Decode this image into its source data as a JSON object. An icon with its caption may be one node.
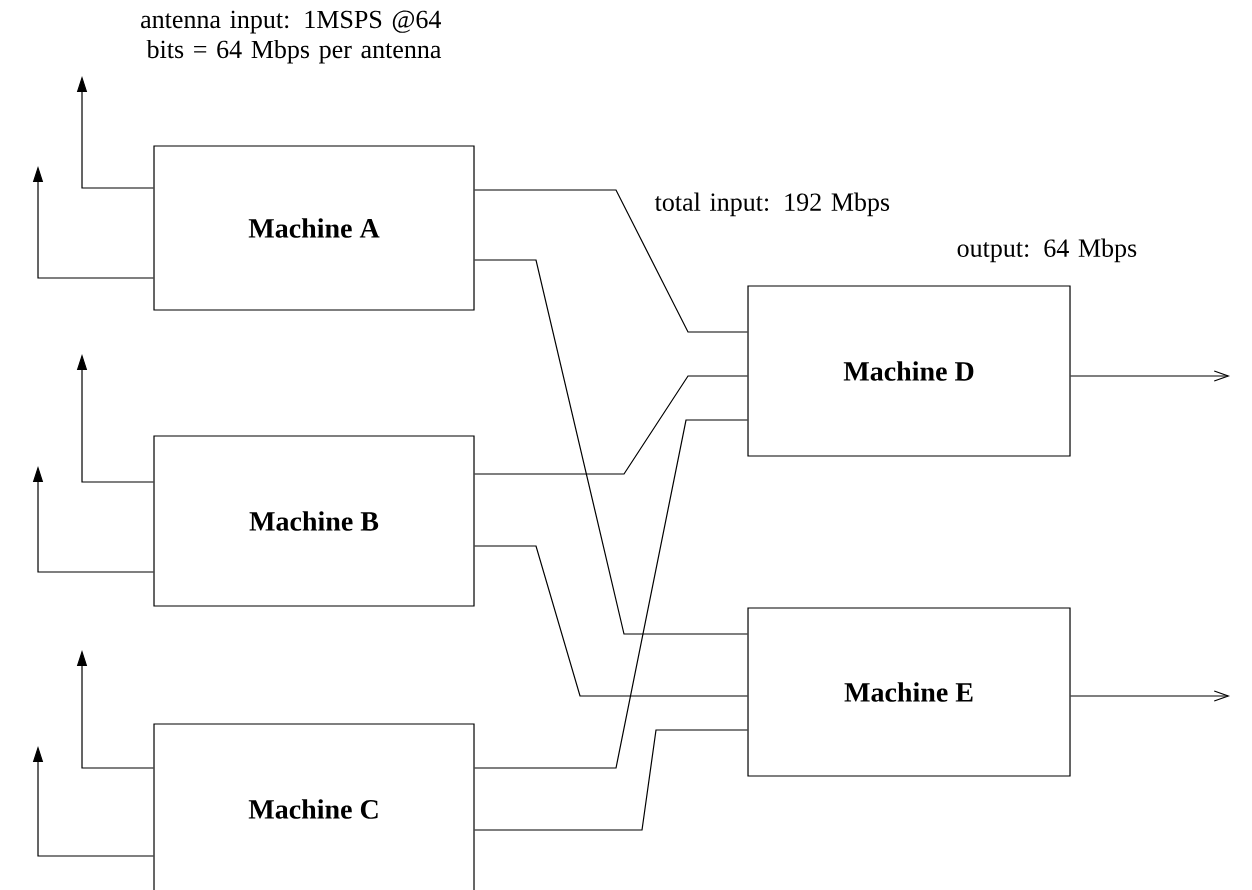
{
  "diagram": {
    "nodes": [
      {
        "text": [
          "Machine A"
        ]
      },
      {
        "text": [
          "Machine B"
        ]
      },
      {
        "text": [
          "Machine C"
        ]
      },
      {
        "text": [
          "Machine D"
        ]
      },
      {
        "text": [
          "Machine E"
        ]
      }
    ],
    "edges": [
      {
        "from": 0,
        "to": null,
        "arrow": "to"
      },
      {
        "from": 0,
        "to": null,
        "arrow": "to"
      },
      {
        "from": 1,
        "to": null,
        "arrow": "to"
      },
      {
        "from": 1,
        "to": null,
        "arrow": "to"
      },
      {
        "from": 2,
        "to": null,
        "arrow": "to"
      },
      {
        "from": 2,
        "to": null,
        "arrow": "to"
      },
      {
        "from": 0,
        "to": 3,
        "arrow": "none"
      },
      {
        "from": 0,
        "to": 4,
        "arrow": "none"
      },
      {
        "from": 1,
        "to": 3,
        "arrow": "none"
      },
      {
        "from": 1,
        "to": 4,
        "arrow": "none"
      },
      {
        "from": 2,
        "to": 3,
        "arrow": "none"
      },
      {
        "from": 2,
        "to": 4,
        "arrow": "none"
      },
      {
        "from": 3,
        "to": null,
        "arrow": "to"
      },
      {
        "from": 4,
        "to": null,
        "arrow": "to"
      }
    ],
    "labels": [
      "antenna input: 1MSPS @64 bits = 64 Mbps per antenna",
      "total input: 192 Mbps",
      "output: 64 Mbps"
    ]
  }
}
